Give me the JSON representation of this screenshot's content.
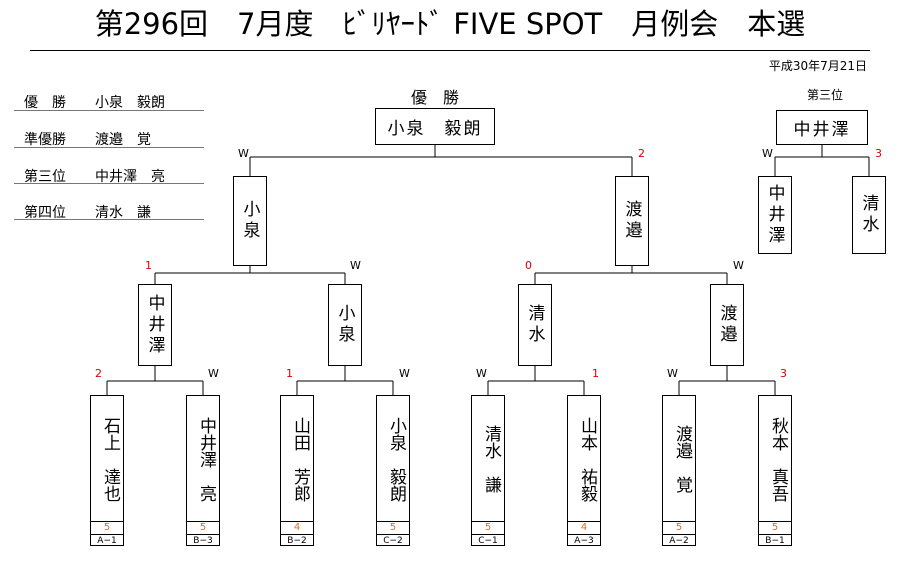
{
  "title": "第296回　7月度　ﾋﾞﾘﾔｰﾄﾞ FIVE SPOT　月例会　本選",
  "date": "平成30年7月21日",
  "results": [
    {
      "label": "優　勝",
      "name": "小泉　毅朗"
    },
    {
      "label": "準優勝",
      "name": "渡邉　覚"
    },
    {
      "label": "第三位",
      "name": "中井澤　亮"
    },
    {
      "label": "第四位",
      "name": "清水　謙"
    }
  ],
  "champion": {
    "heading": "優　勝",
    "name": "小泉　毅朗"
  },
  "third_place": {
    "heading": "第三位",
    "winner": "中井澤",
    "left": "中井澤",
    "right": "清水",
    "left_mark": "W",
    "right_mark": "3"
  },
  "final": {
    "left": "小泉",
    "right": "渡邉",
    "left_mark": "W",
    "right_mark": "2"
  },
  "semis": [
    {
      "left": "中井澤",
      "right": "小泉",
      "left_mark": "1",
      "right_mark": "W"
    },
    {
      "left": "清水",
      "right": "渡邉",
      "left_mark": "0",
      "right_mark": "W"
    }
  ],
  "quarters": [
    {
      "left_mark": "2",
      "right_mark": "W"
    },
    {
      "left_mark": "1",
      "right_mark": "W"
    },
    {
      "left_mark": "W",
      "right_mark": "1"
    },
    {
      "left_mark": "W",
      "right_mark": "3"
    }
  ],
  "players": [
    {
      "name": "石上　達也",
      "score": "5",
      "code": "A−1"
    },
    {
      "name": "中井澤　亮",
      "score": "5",
      "code": "B−3"
    },
    {
      "name": "山田　芳郎",
      "score": "4",
      "code": "B−2"
    },
    {
      "name": "小泉　毅朗",
      "score": "5",
      "code": "C−2"
    },
    {
      "name": "清水　謙",
      "score": "5",
      "code": "C−1"
    },
    {
      "name": "山本　祐毅",
      "score": "4",
      "code": "A−3"
    },
    {
      "name": "渡邉　覚",
      "score": "5",
      "code": "A−2"
    },
    {
      "name": "秋本　真吾",
      "score": "5",
      "code": "B−1"
    }
  ]
}
